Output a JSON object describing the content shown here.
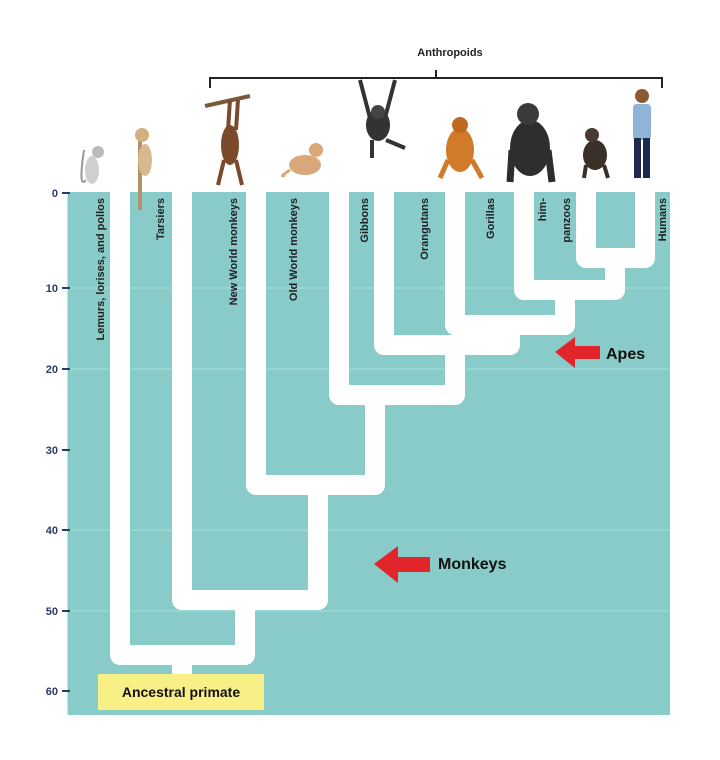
{
  "title": "Anthropoids",
  "y_axis": {
    "ticks": [
      "0",
      "10",
      "20",
      "30",
      "40",
      "50",
      "60"
    ]
  },
  "taxa": [
    "Lemurs, lorises, and pollos",
    "Tarsiers",
    "New World monkeys",
    "Old World monkeys",
    "Gibbons",
    "Orangutans",
    "Gorillas",
    "him-",
    "panzoos",
    "Humans"
  ],
  "annotations": {
    "apes": "Apes",
    "monkeys": "Monkeys",
    "root": "Ancestral primate"
  },
  "colors": {
    "background": "#88cbc8",
    "branch": "#ffffff",
    "arrow": "#e2242b",
    "root_box": "#f8ef86"
  }
}
